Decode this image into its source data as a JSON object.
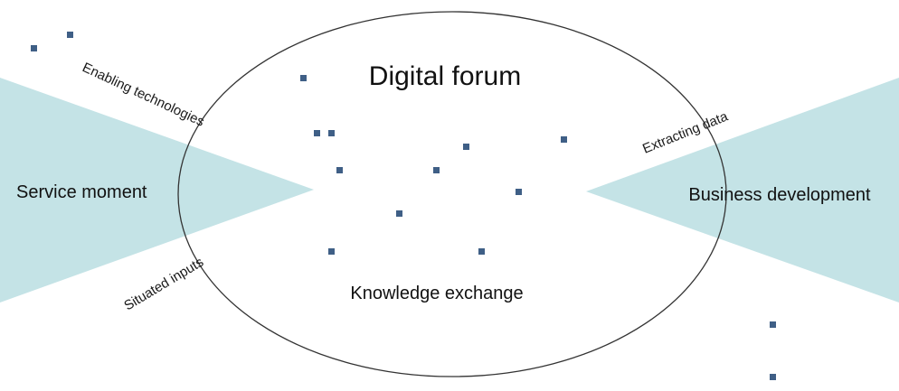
{
  "diagram": {
    "center_title": "Digital forum",
    "center_subtitle": "Knowledge exchange",
    "left_node": "Service moment",
    "right_node": "Business development",
    "arc_labels": {
      "top_left": "Enabling technologies",
      "bottom_left": "Situated inputs",
      "top_right": "Extracting data"
    }
  },
  "colors": {
    "wedge_fill": "#c4e3e6",
    "ellipse_stroke": "#333333",
    "dot_fill": "#3f5f86",
    "text": "#111111"
  }
}
